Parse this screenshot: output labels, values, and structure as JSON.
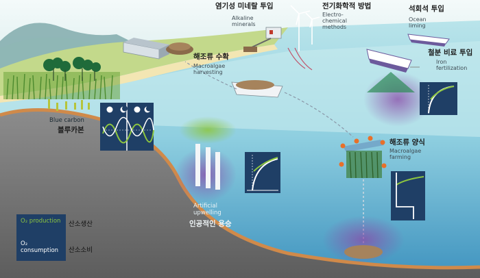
{
  "labels": {
    "alkaline_ko": "염기성 미네랄 투입",
    "alkaline_en": "Alkaline minerals",
    "electro_ko": "전기화학적 방법",
    "electro_en": "Electro- chemical methods",
    "liming_ko": "석회석 투입",
    "liming_en": "Ocean liming",
    "harvest_ko": "해조류 수확",
    "harvest_en": "Macroalgae harvesting",
    "iron_ko": "철분 비료 투입",
    "iron_en": "Iron fertilization",
    "bluecarbon_en": "Blue carbon",
    "bluecarbon_ko": "블루카본",
    "farming_ko": "해조류 양식",
    "farming_en": "Macroalgae farming",
    "upwelling_en": "Artificial upwelling",
    "upwelling_ko": "인공적인 용승"
  },
  "legend": {
    "o2_production_en": "O₂ production",
    "o2_production_ko": "산소생산",
    "o2_consumption_en": "O₂ consumption",
    "o2_consumption_ko": "산소소비"
  },
  "colors": {
    "o2_production": "#8dc63f",
    "o2_consumption": "#ffffff",
    "panel": "#1f3f66"
  }
}
